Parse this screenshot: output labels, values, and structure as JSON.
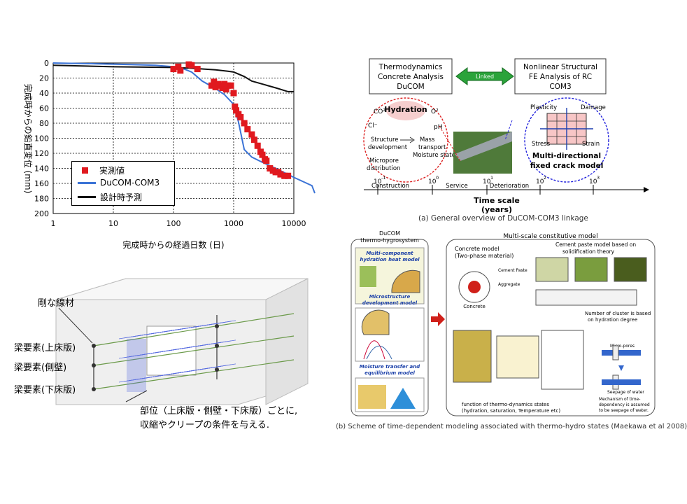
{
  "deflection_chart": {
    "xlabel": "完成時からの経過日数 (日)",
    "ylabel": "完成時からの鉛直変位 (mm)",
    "x_ticks": [
      "1",
      "10",
      "100",
      "1000",
      "10000"
    ],
    "y_ticks": [
      "0",
      "20",
      "40",
      "60",
      "80",
      "100",
      "120",
      "140",
      "160",
      "180",
      "200"
    ],
    "legend": [
      "実測値",
      "DuCOM-COM3",
      "設計時予測"
    ],
    "colors": {
      "measured": "#e0191f",
      "ducom": "#3b73d6",
      "design": "#111111"
    }
  },
  "chart_data": {
    "type": "scatter",
    "x_scale": "log",
    "xlim": [
      1,
      10000
    ],
    "ylim": [
      0,
      200
    ],
    "y_inverted": true,
    "series": [
      {
        "name": "実測値",
        "type": "scatter",
        "x": [
          100,
          120,
          130,
          180,
          200,
          250,
          430,
          470,
          500,
          550,
          600,
          650,
          700,
          750,
          800,
          900,
          1000,
          1050,
          1100,
          1200,
          1300,
          1500,
          1700,
          2000,
          2200,
          2500,
          2800,
          3000,
          3300,
          3500,
          4000,
          4500,
          5000,
          5500,
          6000,
          7000,
          8000
        ],
        "y": [
          8,
          5,
          10,
          2,
          3,
          8,
          30,
          25,
          32,
          28,
          30,
          33,
          28,
          35,
          30,
          30,
          40,
          58,
          63,
          68,
          72,
          80,
          88,
          95,
          102,
          110,
          118,
          122,
          128,
          130,
          140,
          143,
          145,
          145,
          148,
          150,
          150
        ]
      },
      {
        "name": "DuCOM-COM3",
        "type": "line",
        "x": [
          1,
          5,
          20,
          50,
          100,
          150,
          200,
          300,
          500,
          700,
          1000,
          1200,
          1500,
          2000,
          3000,
          5000,
          10000,
          20000,
          40000
        ],
        "y": [
          0,
          1,
          2,
          3,
          5,
          8,
          12,
          24,
          34,
          42,
          55,
          78,
          115,
          125,
          132,
          140,
          152,
          163,
          173
        ]
      },
      {
        "name": "設計時予測",
        "type": "line",
        "x": [
          1,
          10,
          100,
          200,
          500,
          800,
          1000,
          1500,
          2000,
          3000,
          5000,
          8000,
          10000
        ],
        "y": [
          3,
          5,
          6,
          7,
          9,
          11,
          12,
          18,
          24,
          28,
          33,
          38,
          38
        ]
      }
    ]
  },
  "diagram_top": {
    "box_left": [
      "Thermodynamics",
      "Concrete Analysis",
      "DuCOM"
    ],
    "linked": "Linked",
    "box_right": [
      "Nonlinear Structural",
      "FE Analysis of RC",
      "COM3"
    ],
    "left_circle": {
      "hydration": "Hydration",
      "co2": "CO²",
      "o2": "O²",
      "cl": "Cl⁻",
      "ph": "pH",
      "structure": "Structure",
      "development": "development",
      "mass": "Mass",
      "transport": "transport",
      "moisture": "Moisture state",
      "micropore": "Micropore",
      "distribution": "distribution"
    },
    "right_circle": {
      "plasticity": "Plasticity",
      "damage": "Damage",
      "stress": "Stress",
      "strain": "Strain",
      "multi1": "Multi-directional",
      "multi2": "fixed crack model"
    },
    "timescale": {
      "ticks": [
        "10",
        "10",
        "10",
        "10"
      ],
      "exps": [
        "-1",
        "0",
        "1",
        "2",
        "3"
      ],
      "phases": [
        "Construction",
        "Service",
        "Deterioration"
      ],
      "title": "Time scale",
      "unit": "(years)"
    },
    "caption": "(a) General overview of DuCOM-COM3 linkage"
  },
  "diagram_bottom": {
    "left_title": [
      "DuCOM",
      "thermo-hygrosystem"
    ],
    "left_sections": [
      "Multi-component",
      "hydration heat model",
      "Microstructure",
      "development model",
      "Moisture transfer and",
      "equilibrium model"
    ],
    "right_title": "Multi-scale constitutive model",
    "concrete_model": [
      "Concrete model",
      "(Two-phase material)"
    ],
    "cement_paste": [
      "Cement paste model based on",
      "solidification theory"
    ],
    "cluster": [
      "Number of cluster is based",
      "on hydration degree"
    ],
    "labels": {
      "concrete": "Concrete",
      "cement_paste": "Cement Paste",
      "aggregate": "Aggregate",
      "micro_pores": "Micro-pores",
      "seepage": "Seepage of water",
      "mechanism": [
        "Mechanism of time-",
        "dependency is assumed",
        "to be seepage of water."
      ],
      "function": [
        "function of thermo-dynamics states",
        "(hydration, saturation, Temperature etc)"
      ]
    },
    "caption": "(b) Scheme of time-dependent modeling associated with thermo-hydro states (Maekawa et al 2008)"
  },
  "beam_model": {
    "rigid": "剛な線材",
    "upper": "梁要素(上床版)",
    "web": "梁要素(側壁)",
    "lower": "梁要素(下床版)",
    "note1": "部位（上床版・側壁・下床版）ごとに,",
    "note2": "収縮やクリープの条件を与える."
  }
}
